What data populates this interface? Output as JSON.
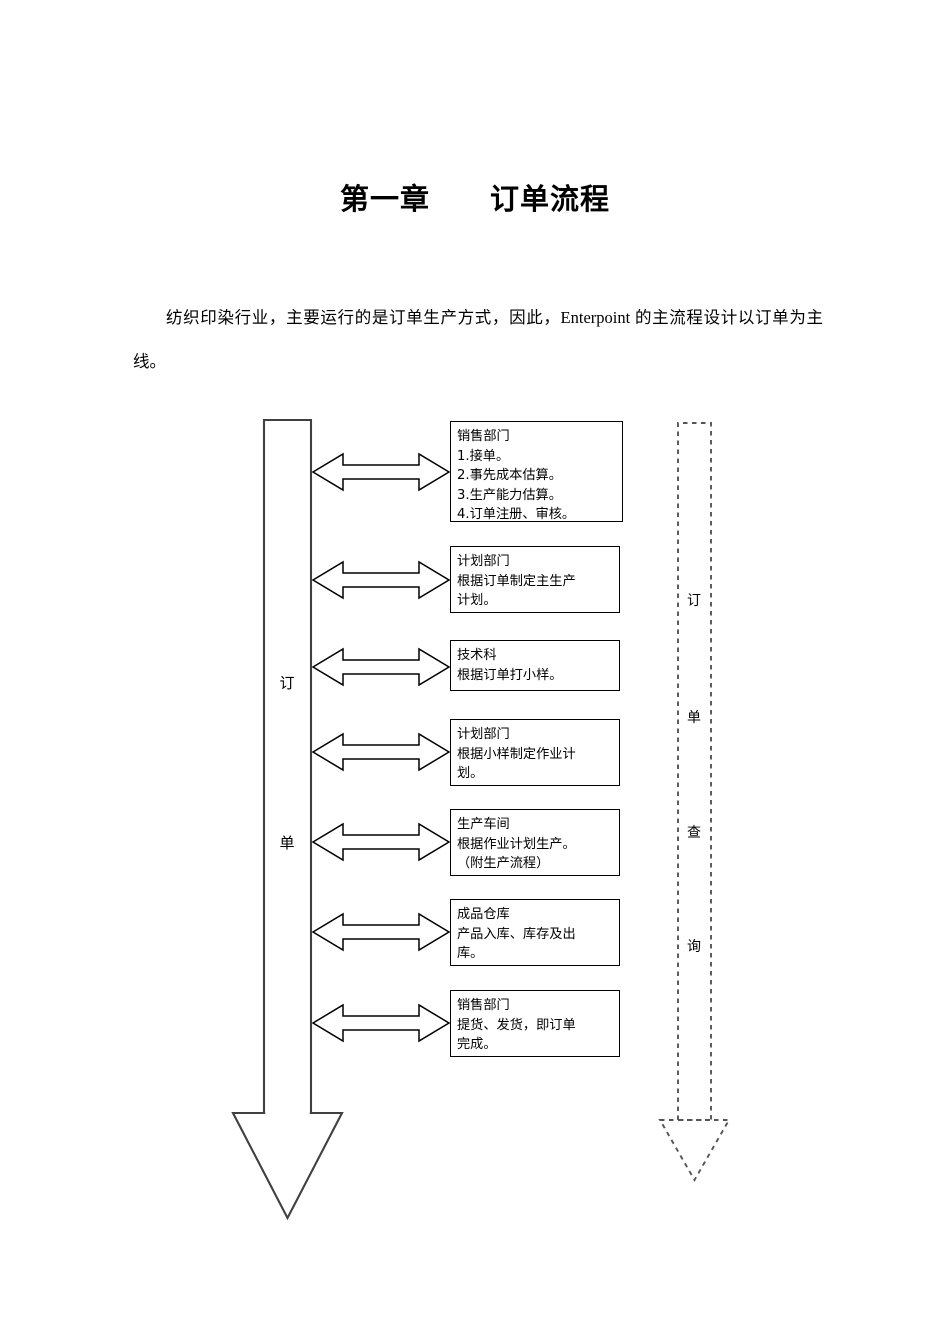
{
  "document": {
    "title": "第一章　　订单流程",
    "paragraph": "纺织印染行业，主要运行的是订单生产方式，因此，Enterpoint 的主流程设计以订单为主线。"
  },
  "diagram": {
    "left_bar": {
      "label_chars": [
        "订",
        "单"
      ],
      "label_top": "订",
      "label_bottom": "单",
      "arrowhead": "down-triangle-solid-outline",
      "stroke_color": "#404040"
    },
    "right_bar": {
      "label_chars": [
        "订",
        "单",
        "查",
        "询"
      ],
      "label_1": "订",
      "label_2": "单",
      "label_3": "查",
      "label_4": "询",
      "arrowhead": "down-triangle-dashed",
      "style": "dashed",
      "stroke_color": "#555555"
    },
    "connector": {
      "type": "double-headed-arrow",
      "count": 7,
      "fill": "#ffffff",
      "stroke": "#000000"
    },
    "boxes": [
      {
        "id": "box-sales-intake",
        "heading": "销售部门",
        "lines": [
          "1.接单。",
          "2.事先成本估算。",
          "3.生产能力估算。",
          "4.订单注册、审核。"
        ],
        "text": "销售部门\n1.接单。\n2.事先成本估算。\n3.生产能力估算。\n4.订单注册、审核。"
      },
      {
        "id": "box-planning-master",
        "heading": "计划部门",
        "lines": [
          "根据订单制定主生产计划。"
        ],
        "text": "计划部门\n根据订单制定主生产\n计划。"
      },
      {
        "id": "box-technical",
        "heading": "技术科",
        "lines": [
          "根据订单打小样。"
        ],
        "text": "技术科\n根据订单打小样。"
      },
      {
        "id": "box-planning-job",
        "heading": "计划部门",
        "lines": [
          "根据小样制定作业计划。"
        ],
        "text": "计划部门\n根据小样制定作业计\n划。"
      },
      {
        "id": "box-workshop",
        "heading": "生产车间",
        "lines": [
          "根据作业计划生产。",
          "（附生产流程）"
        ],
        "text": "生产车间\n根据作业计划生产。\n（附生产流程）"
      },
      {
        "id": "box-warehouse",
        "heading": "成品仓库",
        "lines": [
          "产品入库、库存及出库。"
        ],
        "text": "成品仓库\n产品入库、库存及出\n库。"
      },
      {
        "id": "box-sales-delivery",
        "heading": "销售部门",
        "lines": [
          "提货、发货，即订单完成。"
        ],
        "text": "销售部门\n提货、发货，即订单\n完成。"
      }
    ]
  }
}
